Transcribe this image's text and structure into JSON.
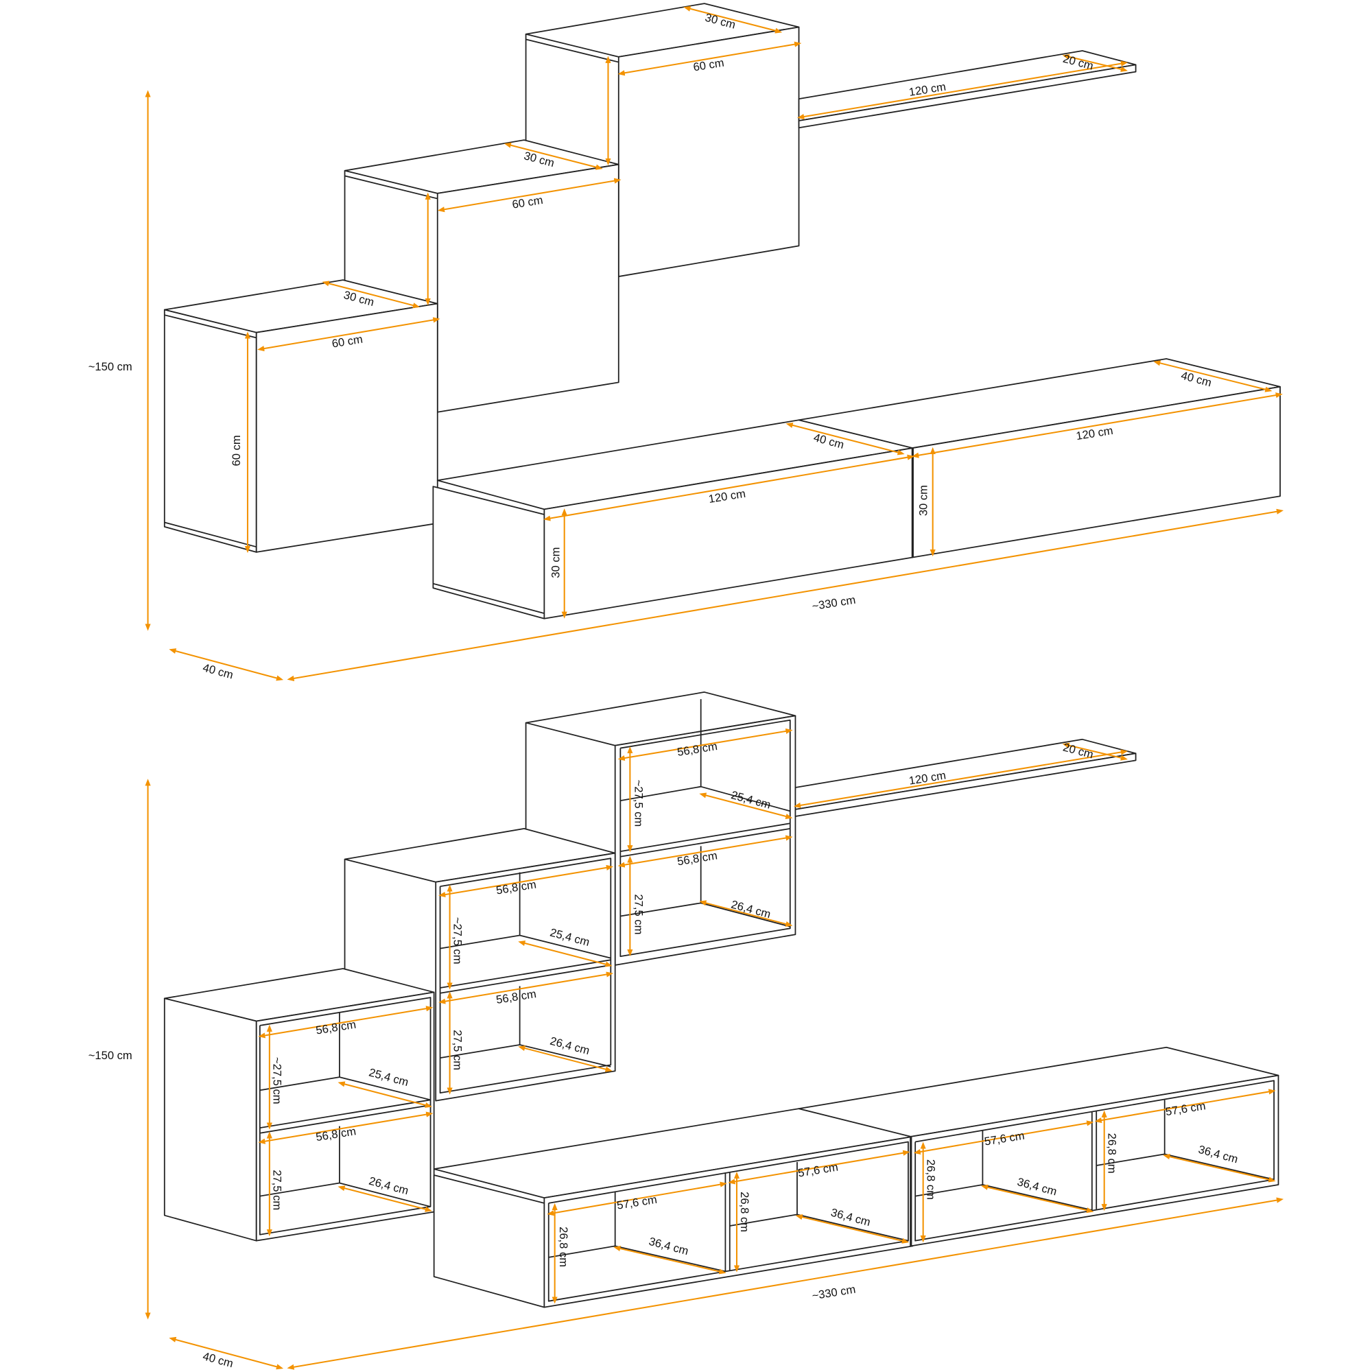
{
  "colors": {
    "dimension": "#f39200",
    "outline": "#222222"
  },
  "top": {
    "labels": [
      "30 cm",
      "60 cm",
      "20 cm",
      "120 cm",
      "30 cm",
      "60 cm",
      "30 cm",
      "60 cm",
      "60 cm",
      "40 cm",
      "120 cm",
      "40 cm",
      "120 cm",
      "30 cm",
      "30 cm",
      "~330 cm",
      "~150 cm",
      "40 cm"
    ]
  },
  "bottom": {
    "labels": [
      "56,8 cm",
      "~27,5 cm",
      "25,4 cm",
      "56,8 cm",
      "27,5 cm",
      "26,4 cm",
      "20 cm",
      "120 cm",
      "56,8 cm",
      "~27,5 cm",
      "25,4 cm",
      "56,8 cm",
      "27,5 cm",
      "26,4 cm",
      "56,8 cm",
      "~27,5 cm",
      "25,4 cm",
      "56,8 cm",
      "27,5 cm",
      "26,4 cm",
      "57,6 cm",
      "26,8 cm",
      "36,4 cm",
      "57,6 cm",
      "26,8 cm",
      "36,4 cm",
      "57,6 cm",
      "26,8 cm",
      "36,4 cm",
      "57,6 cm",
      "26,8 cm",
      "36,4 cm",
      "~330 cm",
      "~150 cm",
      "40 cm"
    ]
  }
}
